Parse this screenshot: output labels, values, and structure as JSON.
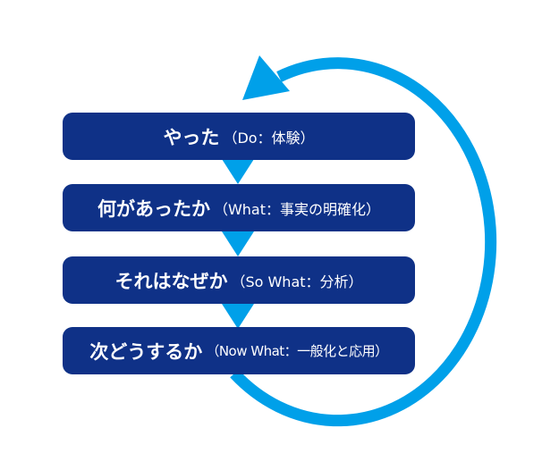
{
  "colors": {
    "box": "#0f3187",
    "accent": "#00a0e9",
    "text": "#ffffff"
  },
  "steps": [
    {
      "main": "やった",
      "sub": "（Do：体験）"
    },
    {
      "main": "何があったか",
      "sub": "（What：事実の明確化）"
    },
    {
      "main": "それはなぜか",
      "sub": "（So What：分析）"
    },
    {
      "main": "次どうするか",
      "sub": "（Now What：一般化と応用）"
    }
  ]
}
